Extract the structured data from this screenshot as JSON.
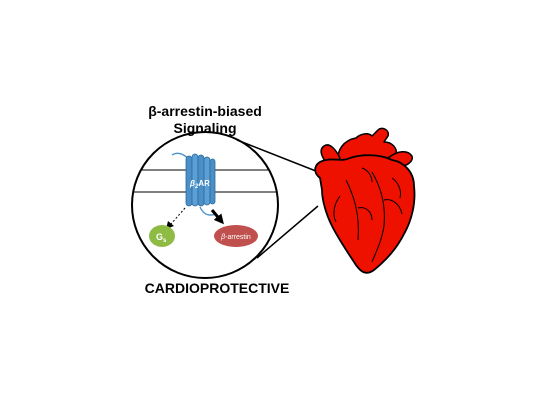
{
  "diagram": {
    "title_line1": "β-arrestin-biased",
    "title_line2": "Signaling",
    "footer": "CARDIOPROTECTIVE",
    "receptor": {
      "prefix": "β",
      "sub": "2",
      "suffix": "AR"
    },
    "gs": {
      "main": "G",
      "sub": "s"
    },
    "arrestin": {
      "prefix": "β",
      "suffix": "-arrestin"
    }
  },
  "colors": {
    "heart_fill": "#ee1100",
    "receptor_fill": "#4a90c8",
    "gs_fill": "#8dbb43",
    "arrestin_fill": "#c0504d"
  }
}
